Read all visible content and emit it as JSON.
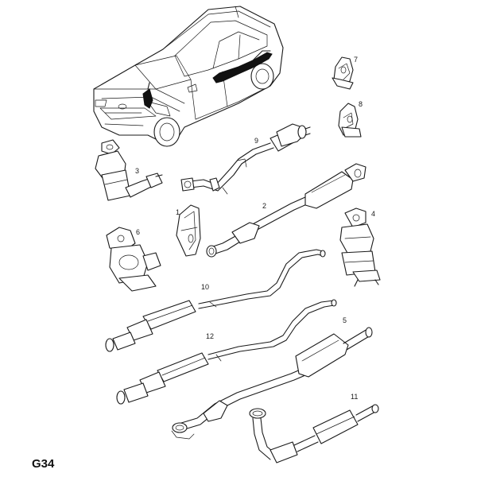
{
  "page_code": "G34",
  "parts": [
    {
      "id": "part-1",
      "label": "1"
    },
    {
      "id": "part-2",
      "label": "2"
    },
    {
      "id": "part-3",
      "label": "3"
    },
    {
      "id": "part-4",
      "label": "4"
    },
    {
      "id": "part-5",
      "label": "5"
    },
    {
      "id": "part-6",
      "label": "6"
    },
    {
      "id": "part-7",
      "label": "7"
    },
    {
      "id": "part-8",
      "label": "8"
    },
    {
      "id": "part-9",
      "label": "9"
    },
    {
      "id": "part-10",
      "label": "10"
    },
    {
      "id": "part-11",
      "label": "11"
    },
    {
      "id": "part-12",
      "label": "12"
    }
  ]
}
